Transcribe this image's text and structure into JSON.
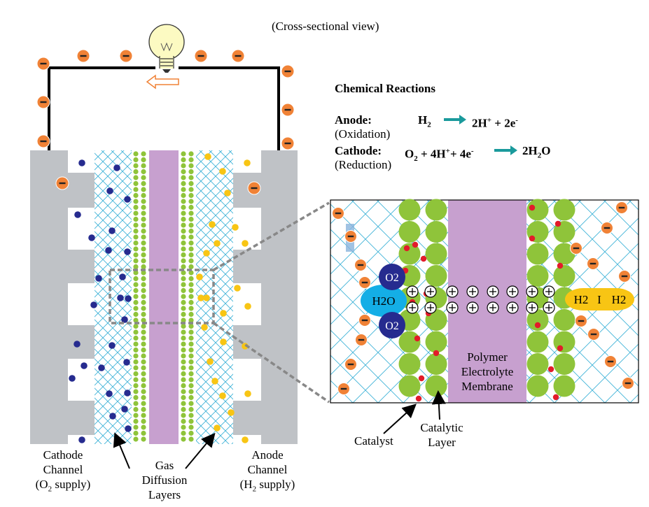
{
  "view_note": "(Cross-sectional view)",
  "reactions": {
    "heading": "Chemical Reactions",
    "anode_label": "Anode:",
    "anode_sub": "(Oxidation)",
    "anode_left": "H2",
    "anode_right": "2H+ + 2e-",
    "cathode_label": "Cathode:",
    "cathode_sub": "(Reduction)",
    "cathode_left": "O2 + 4H+ + 4e-",
    "cathode_right": "2H2O"
  },
  "labels": {
    "cathode_channel": [
      "Cathode",
      "Channel",
      "(O2 supply)"
    ],
    "gas_diffusion": [
      "Gas",
      "Diffusion",
      "Layers"
    ],
    "anode_channel": [
      "Anode",
      "Channel",
      "(H2 supply)"
    ],
    "catalyst": "Catalyst",
    "catalytic_layer": [
      "Catalytic",
      "Layer"
    ],
    "membrane": [
      "Polymer",
      "Electrolyte",
      "Membrane"
    ]
  },
  "molecules": {
    "o2": "O2",
    "h2o": "H2O",
    "h2": "H2",
    "proton": "⊕",
    "electron": "−"
  },
  "colors": {
    "channel_gray": "#bfc2c6",
    "mesh_blue": "#40b3d8",
    "membrane_purple": "#c7a0cf",
    "catalyst_green": "#8fc43a",
    "catalyst_red": "#e21c2a",
    "electron_orange": "#f08236",
    "oxygen_navy": "#262b8f",
    "hydrogen_yellow": "#f8c514",
    "water_cyan": "#14aee6",
    "arrow_teal": "#1a9a9c"
  },
  "icons": [
    "light-bulb-icon",
    "current-arrow-icon",
    "reaction-arrow-icon"
  ]
}
